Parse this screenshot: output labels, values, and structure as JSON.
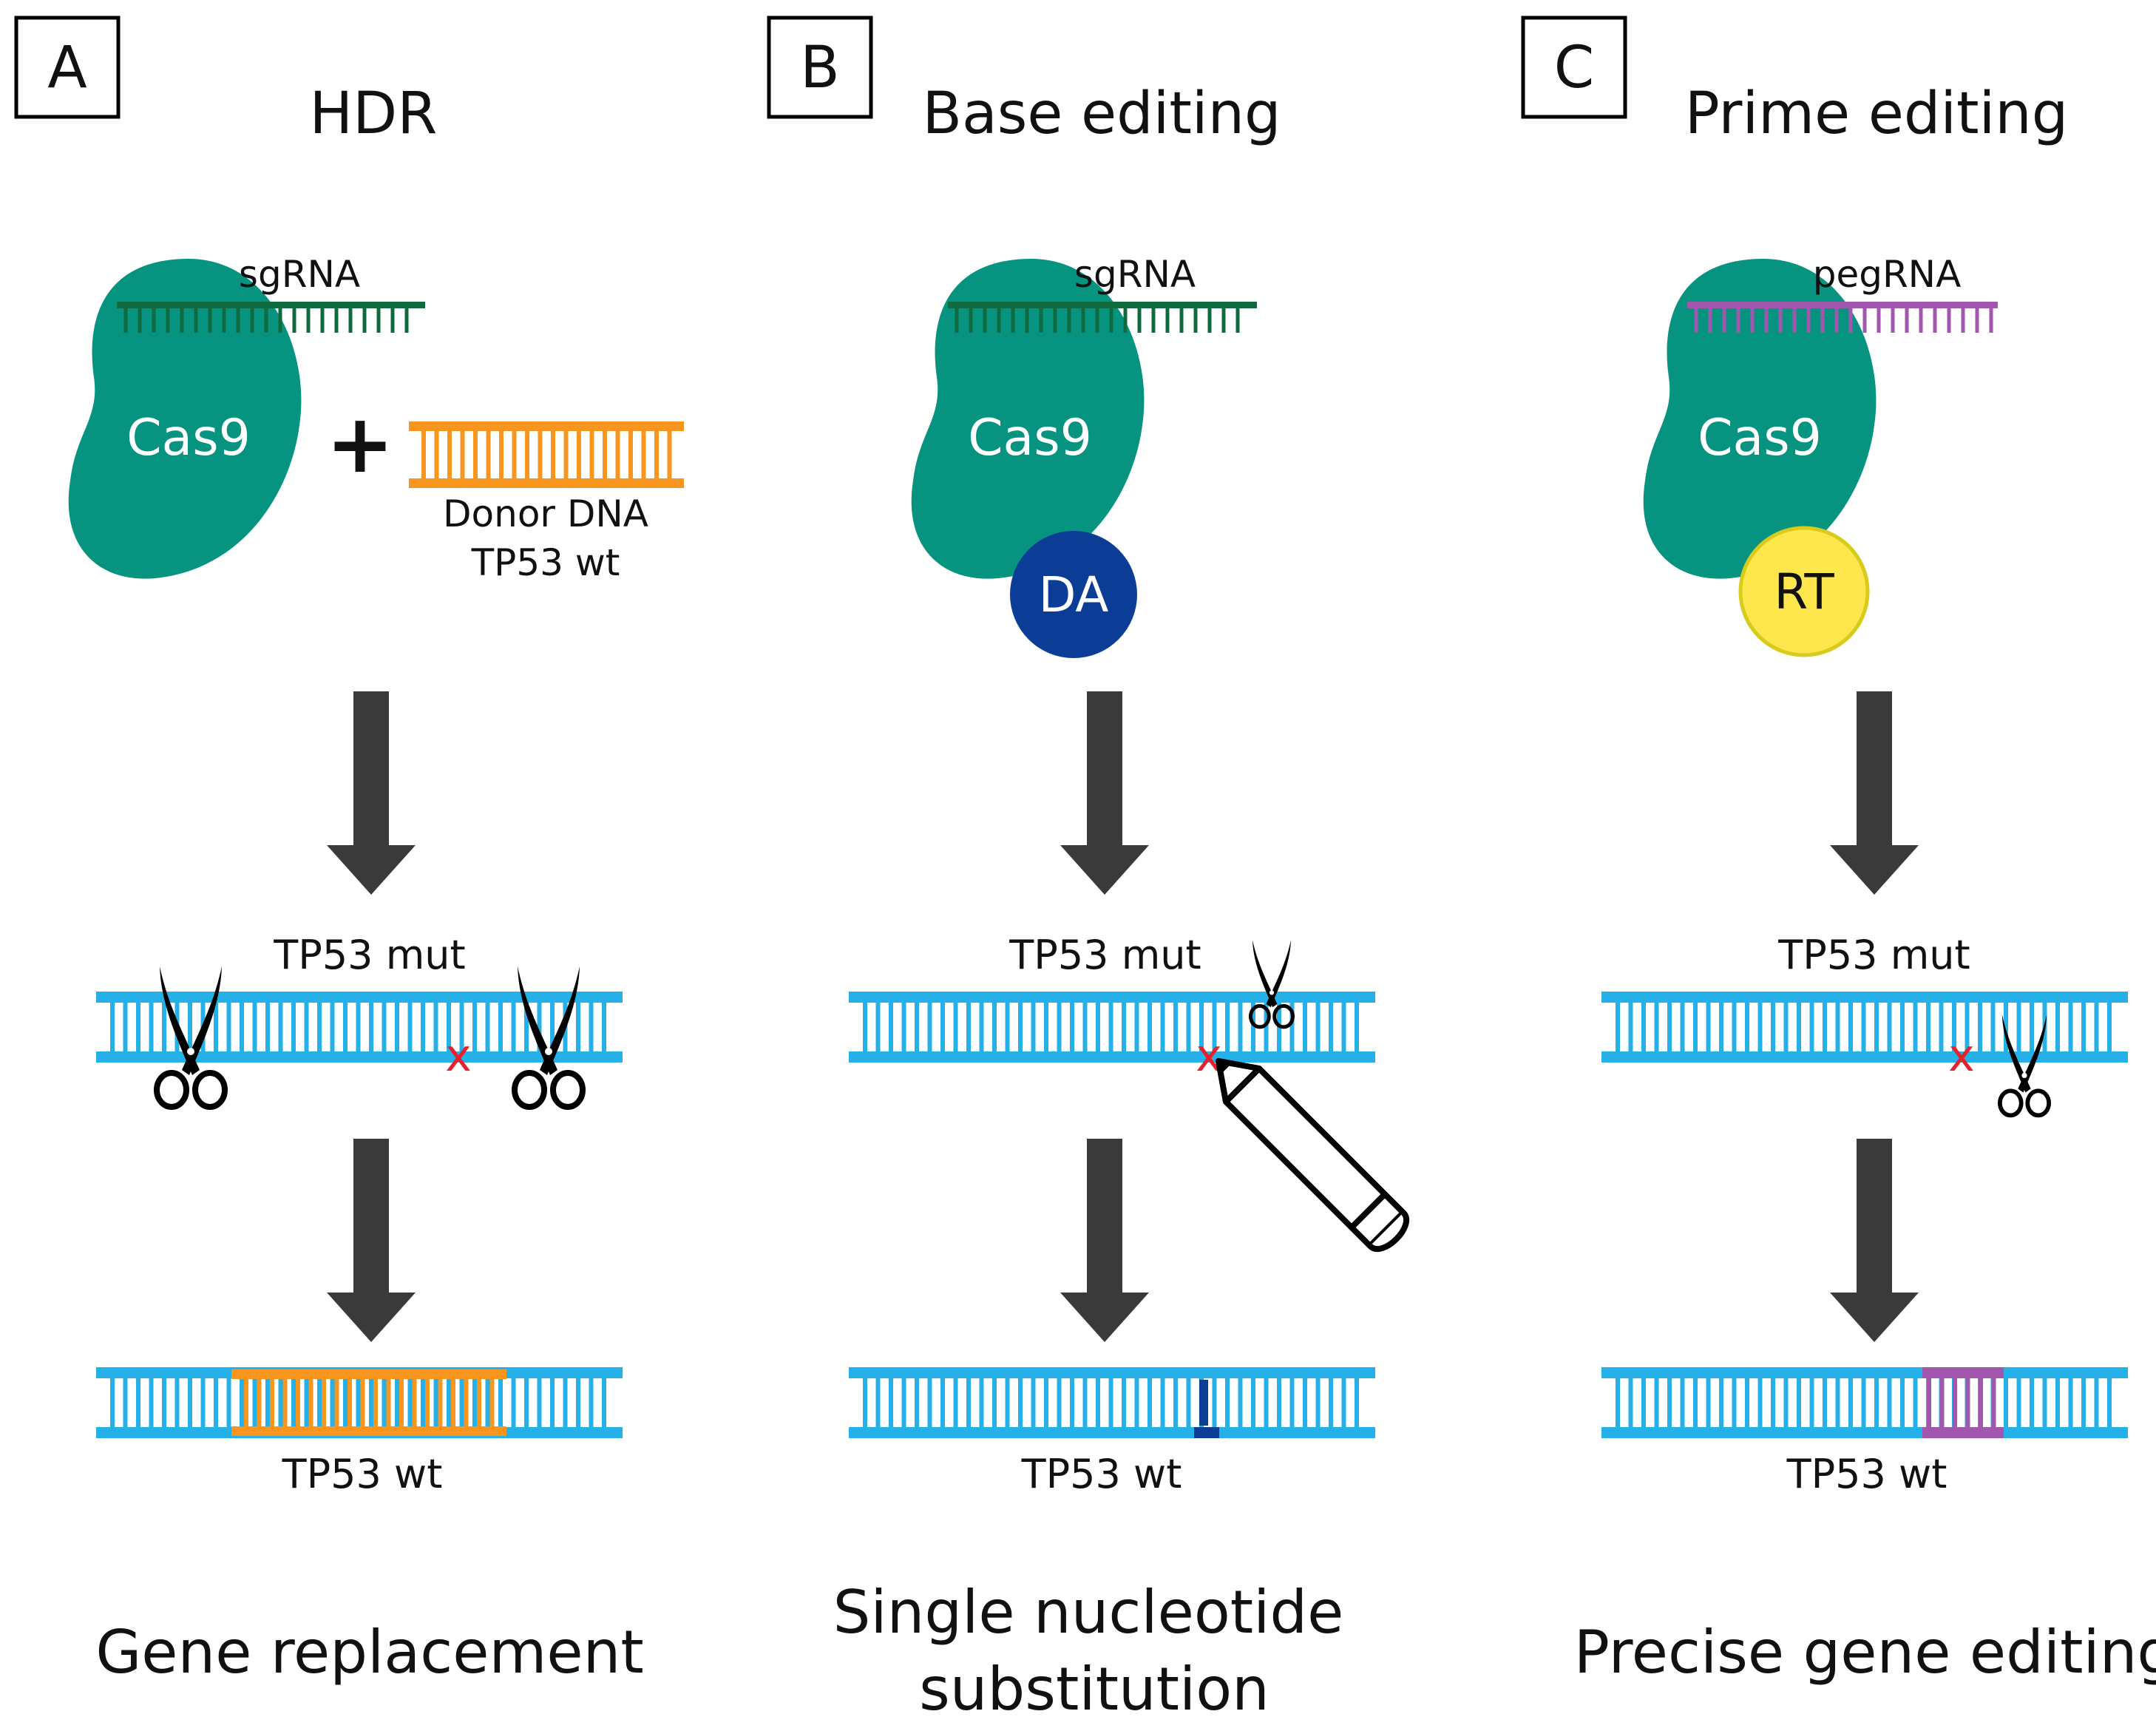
{
  "colors": {
    "cas9": "#069480",
    "sgrna": "#0f6b3d",
    "pegrna": "#a057ad",
    "donor": "#f7951d",
    "dna": "#25b1e8",
    "deaminase": "#0c3d96",
    "rt_fill": "#fde74c",
    "rt_stroke": "#d8cb1a",
    "arrow": "#3a3a3a",
    "mutation": "#e8202a",
    "substitution": "#0c3d96"
  },
  "panels": [
    {
      "letter": "A",
      "title": "HDR",
      "guide_label": "sgRNA",
      "protein_label": "Cas9",
      "plus": "+",
      "donor_line1": "Donor DNA",
      "donor_line2": "TP53 wt",
      "target_label": "TP53 mut",
      "mutation_mark": "x",
      "result_label": "TP53 wt",
      "outcome_line1": "Gene replacement",
      "outcome_line2": ""
    },
    {
      "letter": "B",
      "title": "Base editing",
      "guide_label": "sgRNA",
      "protein_label": "Cas9",
      "enzyme_label": "DA",
      "target_label": "TP53 mut",
      "mutation_mark": "x",
      "result_label": "TP53 wt",
      "outcome_line1": "Single nucleotide",
      "outcome_line2": "substitution"
    },
    {
      "letter": "C",
      "title": "Prime editing",
      "guide_label": "pegRNA",
      "protein_label": "Cas9",
      "enzyme_label": "RT",
      "target_label": "TP53 mut",
      "mutation_mark": "x",
      "result_label": "TP53 wt",
      "outcome_line1": "Precise gene editing",
      "outcome_line2": ""
    }
  ]
}
